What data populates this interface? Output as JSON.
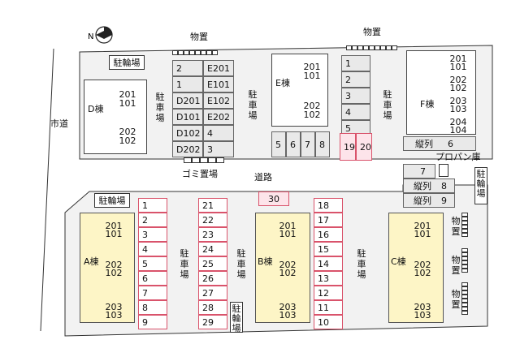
{
  "labels": {
    "city_road": "市道",
    "road": "道路",
    "storage": "物置",
    "parking": "駐車場",
    "bicycle": "駐輪場",
    "garbage": "ゴミ置場",
    "propane": "プロパン庫",
    "tandem": "縦列"
  },
  "buildings": {
    "D": {
      "name": "D棟",
      "upper": [
        "201",
        "101"
      ],
      "lower": [
        "202",
        "102"
      ]
    },
    "E": {
      "name": "E棟",
      "upper": [
        "201",
        "101"
      ],
      "lower": [
        "202",
        "102"
      ]
    },
    "F": {
      "name": "F棟",
      "rows": [
        [
          "201",
          "101"
        ],
        [
          "202",
          "102"
        ],
        [
          "203",
          "103"
        ],
        [
          "204",
          "104"
        ]
      ]
    },
    "A": {
      "name": "A棟",
      "rows": [
        [
          "201",
          "101"
        ],
        [
          "202",
          "102"
        ],
        [
          "203",
          "103"
        ]
      ]
    },
    "B": {
      "name": "B棟",
      "rows": [
        [
          "201",
          "101"
        ],
        [
          "202",
          "102"
        ],
        [
          "203",
          "103"
        ]
      ]
    },
    "C": {
      "name": "C棟",
      "rows": [
        [
          "201",
          "101"
        ],
        [
          "202",
          "102"
        ],
        [
          "203",
          "103"
        ]
      ]
    }
  },
  "parking": {
    "de_left": [
      "2",
      "1",
      "D201",
      "D101",
      "D102",
      "D202"
    ],
    "de_right": [
      "E201",
      "E101",
      "E102",
      "E202",
      "4",
      "3"
    ],
    "middle_col": [
      "1",
      "2",
      "3",
      "4",
      "5"
    ],
    "row_gray": [
      "5",
      "6",
      "7",
      "8"
    ],
    "row_pink": [
      "19",
      "20"
    ],
    "tandem_6": "6",
    "tandem_7": "7",
    "tandem_8": "8",
    "tandem_9": "9",
    "slot_30": "30",
    "col_1_9": [
      "1",
      "2",
      "3",
      "4",
      "5",
      "6",
      "7",
      "8",
      "9"
    ],
    "col_21_29": [
      "21",
      "22",
      "23",
      "24",
      "25",
      "26",
      "27",
      "28",
      "29"
    ],
    "col_18_10": [
      "18",
      "17",
      "16",
      "15",
      "14",
      "13",
      "12",
      "11",
      "10"
    ]
  },
  "colors": {
    "pink": "#d9536b",
    "yellow": "#fdf5c6",
    "gray": "#e9e9e9",
    "site": "#f2f2f2"
  }
}
